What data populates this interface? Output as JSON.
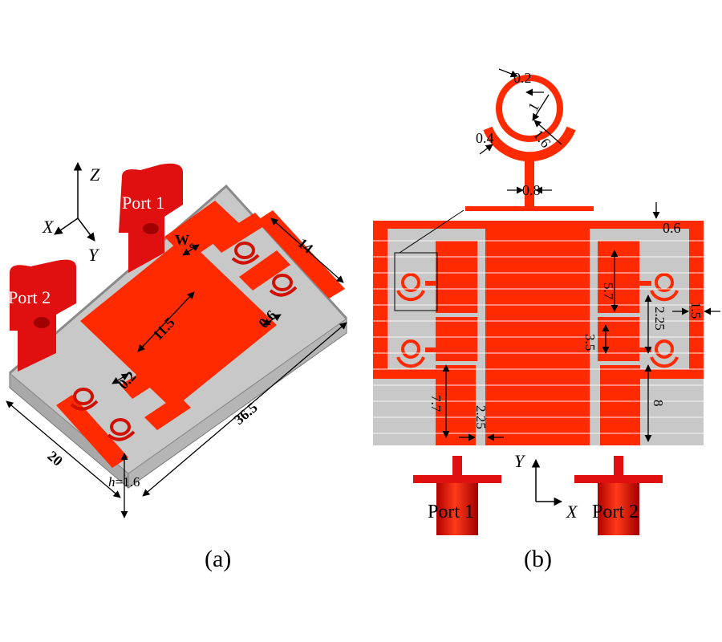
{
  "colors": {
    "copper": "#ff2a00",
    "substrate": "#c8c8c8",
    "substrate_side": "#a9a9a9",
    "port": "#e01010"
  },
  "panel_a": {
    "caption": "(a)",
    "axes": {
      "x": "X",
      "y": "Y",
      "z": "Z"
    },
    "port1": "Port 1",
    "port2": "Port 2",
    "dims": {
      "wc": "W",
      "wc_sub": "c",
      "d14": "14",
      "d11_5": "11.5",
      "d0_6": "0.6",
      "d0_2": "0.2",
      "d36_5": "36.5",
      "d20": "20",
      "h_label": "h",
      "h_value": "=1.6"
    }
  },
  "panel_b": {
    "caption": "(b)",
    "axes": {
      "x": "X",
      "y": "Y"
    },
    "port1": "Port 1",
    "port2": "Port 2",
    "dims": {
      "d0_2": "0.2",
      "d1": "1",
      "d1_6": "1.6",
      "d0_4": "0.4",
      "d0_8": "0.8",
      "d0_6": "0.6",
      "d5_7": "5.7",
      "d2_25a": "2.25",
      "d1_5": "1.5",
      "d3_5": "3.5",
      "d7_7": "7.7",
      "d2_25b": "2.25",
      "d8": "8"
    }
  }
}
